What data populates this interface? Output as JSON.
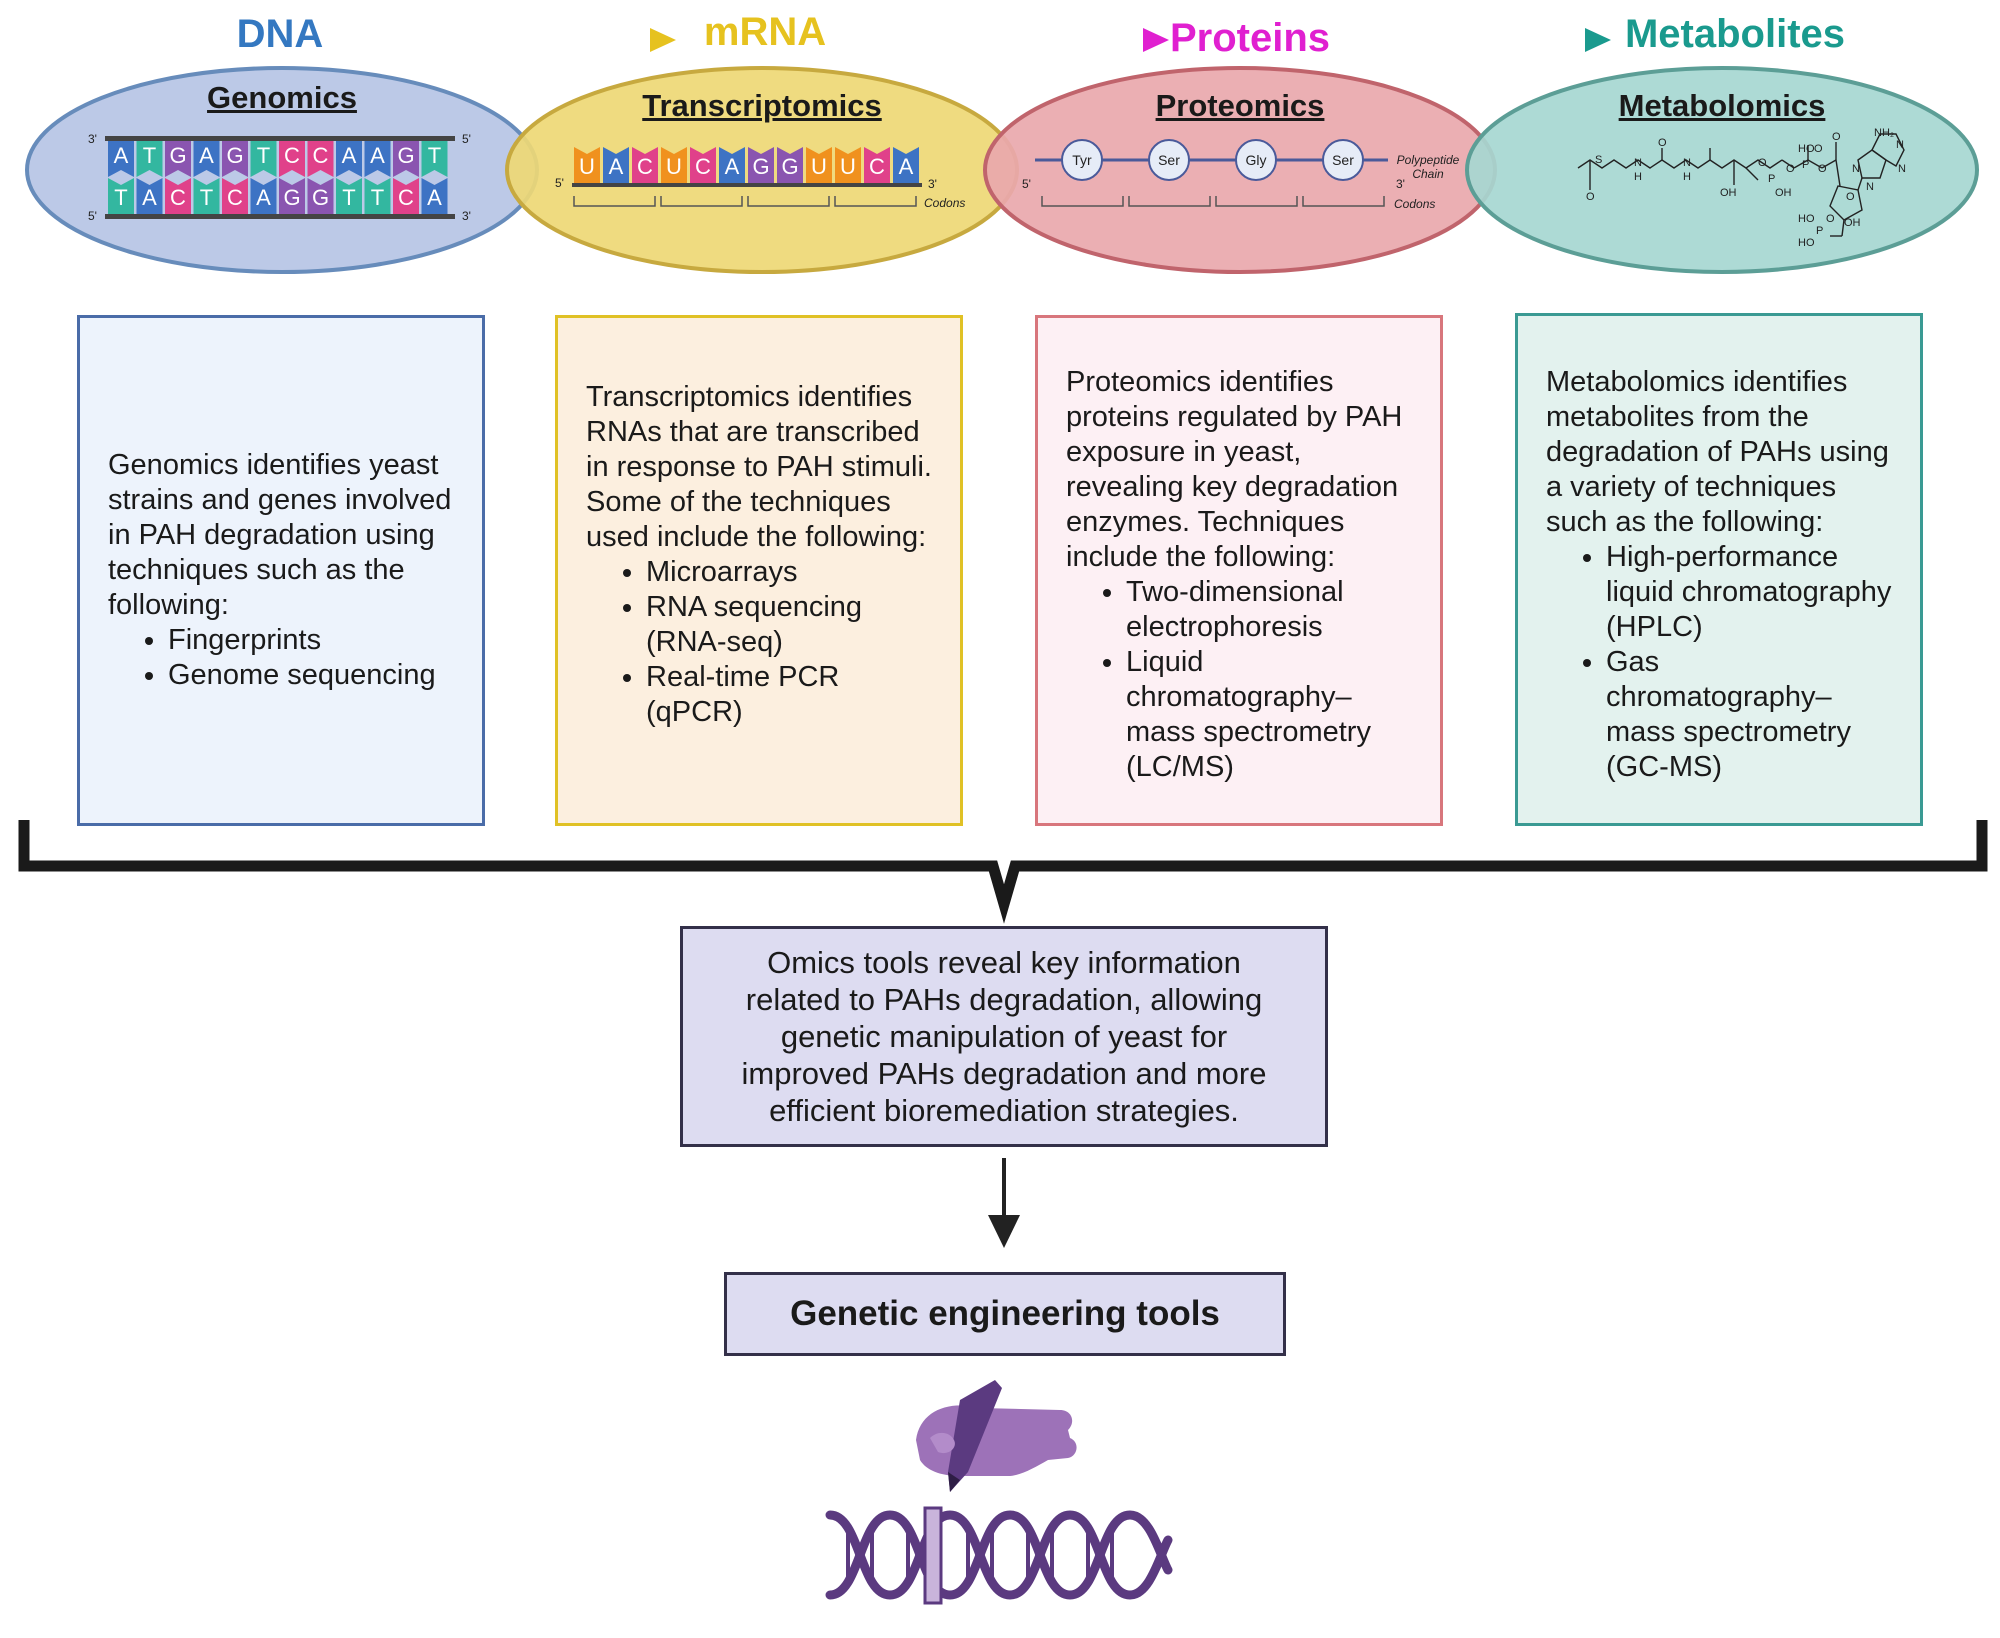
{
  "colors": {
    "dna": "#3478c1",
    "mrna": "#e6c21f",
    "proteins": "#e020d0",
    "metabolites": "#1a9a8e",
    "genomics_fill": "#b9c7e6",
    "transcriptomics_fill": "#eed875",
    "proteomics_fill": "#e9a8ac",
    "metabolomics_fill": "#a6d7d1",
    "summary_fill": "#dddcf1",
    "hand": "#9d72b8",
    "helix": "#5b3a80"
  },
  "flow": {
    "dna": "DNA",
    "mrna": "mRNA",
    "proteins": "Proteins",
    "metabolites": "Metabolites"
  },
  "ellipses": {
    "genomics": {
      "title": "Genomics",
      "top_strand": [
        "A",
        "T",
        "G",
        "A",
        "G",
        "T",
        "C",
        "C",
        "A",
        "A",
        "G",
        "T"
      ],
      "bottom_strand": [
        "T",
        "A",
        "C",
        "T",
        "C",
        "A",
        "G",
        "G",
        "T",
        "T",
        "C",
        "A"
      ],
      "prime_top_left": "3'",
      "prime_top_right": "5'",
      "prime_bottom_left": "5'",
      "prime_bottom_right": "3'"
    },
    "transcriptomics": {
      "title": "Transcriptomics",
      "bases": [
        "U",
        "A",
        "C",
        "U",
        "C",
        "A",
        "G",
        "G",
        "U",
        "U",
        "C",
        "A"
      ],
      "prime_left": "5'",
      "prime_right": "3'",
      "codons_label": "Codons"
    },
    "proteomics": {
      "title": "Proteomics",
      "residues": [
        "Tyr",
        "Ser",
        "Gly",
        "Ser"
      ],
      "chain_label_1": "Polypeptide",
      "chain_label_2": "Chain",
      "prime_left": "5'",
      "prime_right": "3'",
      "codons_label": "Codons"
    },
    "metabolomics": {
      "title": "Metabolomics",
      "atom_labels": [
        "S",
        "O",
        "N",
        "H",
        "O",
        "N",
        "H",
        "OH",
        "O",
        "P",
        "O",
        "HO",
        "O",
        "P",
        "OH",
        "O",
        "O",
        "NH₂",
        "N",
        "N",
        "N",
        "N",
        "O",
        "HO",
        "P",
        "HO",
        "O",
        "OH"
      ]
    }
  },
  "boxes": {
    "genomics": {
      "text": "Genomics identifies yeast strains and genes involved in PAH degradation using techniques such as the following:",
      "items": [
        "Fingerprints",
        "Genome sequencing"
      ]
    },
    "transcriptomics": {
      "text": "Transcriptomics identifies RNAs that are transcribed in response to PAH stimuli. Some of the techniques used include the following:",
      "items": [
        "Microarrays",
        "RNA sequencing (RNA-seq)",
        "Real-time PCR (qPCR)"
      ]
    },
    "proteomics": {
      "text": "Proteomics identifies proteins regulated by PAH exposure in yeast, revealing key degradation enzymes. Techniques include the following:",
      "items": [
        "Two-dimensional electrophoresis",
        "Liquid chromatography–mass spectrometry (LC/MS)"
      ]
    },
    "metabolomics": {
      "text": "Metabolomics identifies metabolites from the degradation of PAHs using a variety of techniques such as the following:",
      "items": [
        "High-performance liquid chromatography (HPLC)",
        "Gas chromatography–mass spectrometry (GC-MS)"
      ]
    }
  },
  "summary": "Omics tools reveal key information related to PAHs degradation, allowing genetic manipulation of yeast for improved PAHs degradation and more efficient bioremediation strategies.",
  "tools": "Genetic engineering tools",
  "icon": "hand-writing-on-dna-icon"
}
